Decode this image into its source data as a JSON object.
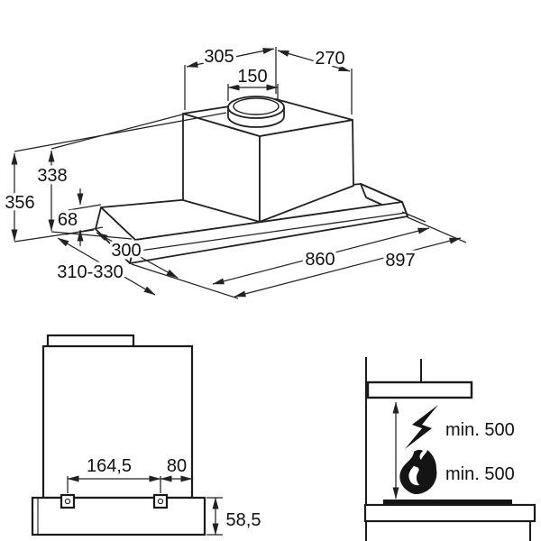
{
  "diagram_title": "cooker-hood-dimension-diagram",
  "isometric_view": {
    "dims": {
      "d305": "305",
      "d270": "270",
      "d150": "150",
      "d356": "356",
      "d338": "338",
      "d68": "68",
      "d300": "300",
      "d310_330": "310-330",
      "d860": "860",
      "d897": "897"
    }
  },
  "front_view": {
    "dims": {
      "d164_5": "164,5",
      "d80": "80",
      "d58_5": "58,5"
    }
  },
  "installation_view": {
    "electric_clearance": "min. 500",
    "gas_clearance": "min. 500",
    "icons": {
      "electric": "lightning-bolt-icon",
      "gas": "flame-icon"
    }
  },
  "colors": {
    "line": "#222222",
    "text": "#111111",
    "background": "#ffffff"
  }
}
